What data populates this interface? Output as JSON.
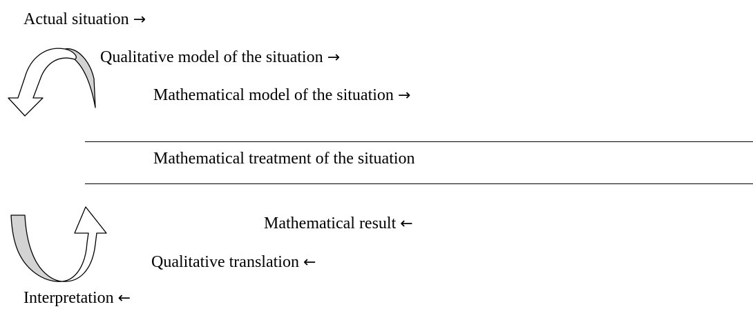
{
  "steps_down": [
    {
      "label": "Actual situation",
      "arrow": "→"
    },
    {
      "label": "Qualitative model of the situation",
      "arrow": "→"
    },
    {
      "label": "Mathematical model of the situation",
      "arrow": "→"
    }
  ],
  "treatment": {
    "label": "Mathematical treatment of the situation"
  },
  "steps_up": [
    {
      "label": "Mathematical result",
      "arrow": "←"
    },
    {
      "label": "Qualitative translation",
      "arrow": "←"
    },
    {
      "label": "Interpretation",
      "arrow": "←"
    }
  ],
  "colors": {
    "arrow_fill": "#d3d3d3",
    "stroke": "#000000",
    "background": "#ffffff"
  },
  "icons": {
    "top_curve": "curved-arrow-down-icon",
    "bottom_curve": "curved-arrow-up-icon"
  }
}
